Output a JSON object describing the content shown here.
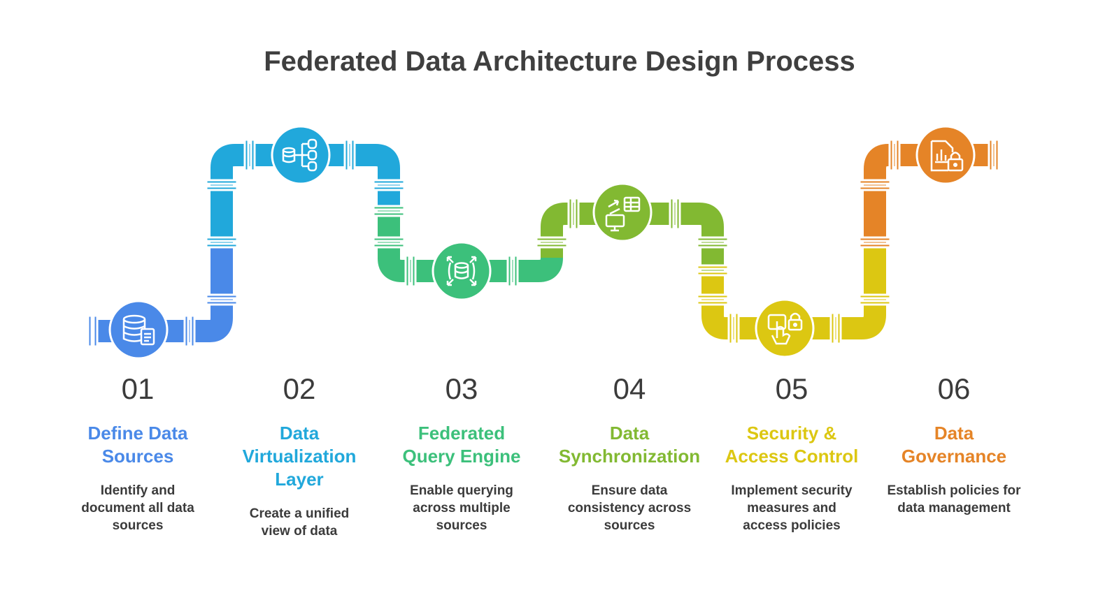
{
  "title": "Federated Data Architecture Design Process",
  "steps": [
    {
      "number": "01",
      "heading_lines": [
        "Define Data",
        "Sources"
      ],
      "description_lines": [
        "Identify and",
        "document all data",
        "sources"
      ],
      "color": "#4a89e8",
      "icon": "database-document-icon"
    },
    {
      "number": "02",
      "heading_lines": [
        "Data",
        "Virtualization",
        "Layer"
      ],
      "description_lines": [
        "Create a unified",
        "view of data"
      ],
      "color": "#21a8db",
      "icon": "database-hierarchy-icon"
    },
    {
      "number": "03",
      "heading_lines": [
        "Federated",
        "Query Engine"
      ],
      "description_lines": [
        "Enable querying",
        "across multiple",
        "sources"
      ],
      "color": "#3cc07b",
      "icon": "database-expand-icon"
    },
    {
      "number": "04",
      "heading_lines": [
        "Data",
        "Synchronization"
      ],
      "description_lines": [
        "Ensure data",
        "consistency across",
        "sources"
      ],
      "color": "#82b932",
      "icon": "monitor-table-sync-icon"
    },
    {
      "number": "05",
      "heading_lines": [
        "Security &",
        "Access Control"
      ],
      "description_lines": [
        "Implement security",
        "measures and",
        "access policies"
      ],
      "color": "#dcc712",
      "icon": "touch-lock-icon"
    },
    {
      "number": "06",
      "heading_lines": [
        "Data",
        "Governance"
      ],
      "description_lines": [
        "Establish policies for",
        "data management"
      ],
      "color": "#e58427",
      "icon": "report-lock-icon"
    }
  ]
}
